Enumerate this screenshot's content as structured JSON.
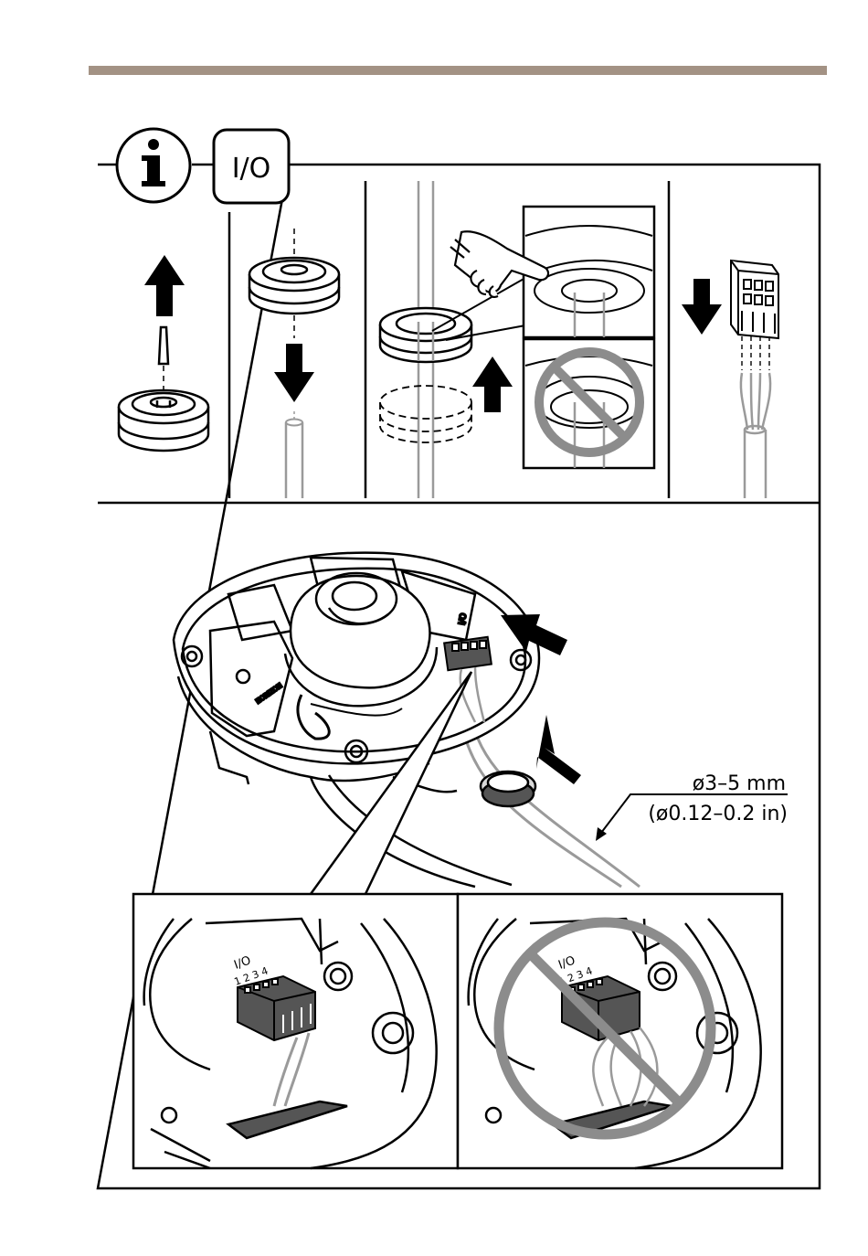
{
  "colors": {
    "header_rule": "#a39284",
    "line": "#000000",
    "gray_cable": "#9a9a9a",
    "prohibited": "#8c8c8c",
    "gasket_fill": "#d9d9d9",
    "dark_fill": "#555555"
  },
  "badges": {
    "info_icon": "info-icon",
    "io_label": "I/O"
  },
  "dimension": {
    "metric": "ø3–5 mm",
    "imperial": "(ø0.12–0.2 in)"
  },
  "connector": {
    "port_label": "I/O",
    "pin_numbers": "1 2 3 4"
  }
}
